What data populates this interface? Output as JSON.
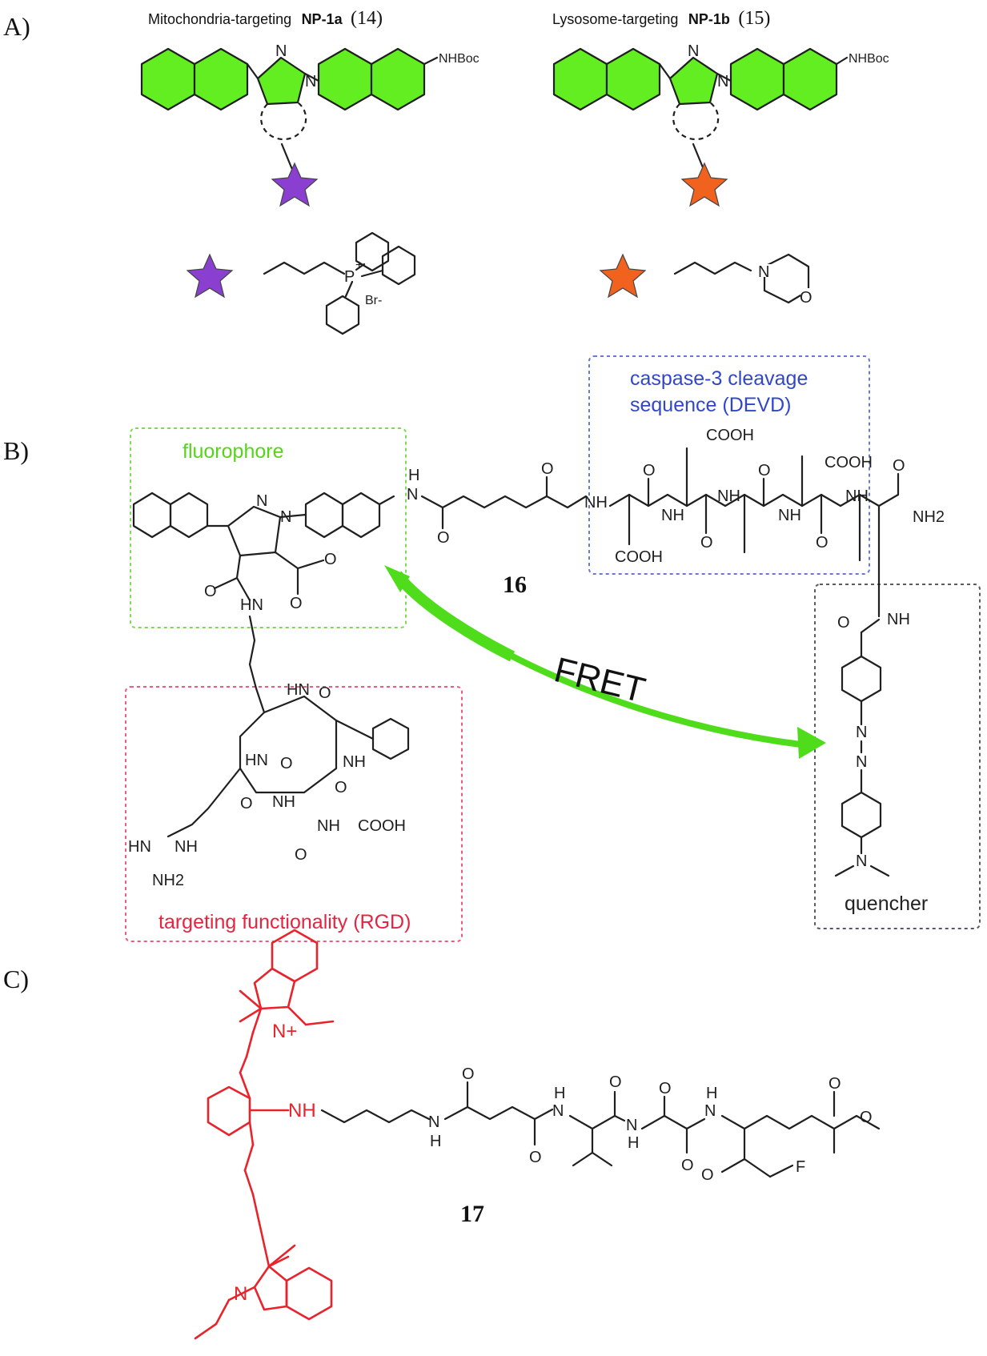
{
  "panels": {
    "a": "A)",
    "b": "B)",
    "c": "C)"
  },
  "panel_a": {
    "left_title_prefix": "Mitochondria-targeting",
    "left_title_name": "NP-1a",
    "left_title_number": "(14)",
    "right_title_prefix": "Lysosome-targeting",
    "right_title_name": "NP-1b",
    "right_title_number": "(15)",
    "substituent": "NHBoc",
    "counter_ion": "Br-",
    "phosphonium_atom": "P",
    "morpholine_n": "N",
    "morpholine_o": "O"
  },
  "panel_b": {
    "fluorophore_label": "fluorophore",
    "cleavage_label_line1": "caspase-3 cleavage",
    "cleavage_label_line2": "sequence (DEVD)",
    "targeting_label": "targeting functionality (RGD)",
    "quencher_label": "quencher",
    "fret_label": "FRET",
    "compound_number": "16"
  },
  "panel_c": {
    "compound_number": "17"
  },
  "atoms": {
    "N": "N",
    "O": "O",
    "H": "H",
    "NH": "NH",
    "HN": "HN",
    "NH2": "NH2",
    "COOH": "COOH",
    "F": "F",
    "N_plus": "N+"
  },
  "colors": {
    "fluorophore_green": "#63ee21",
    "box_green": "#7ed957",
    "box_blue": "#6b78d8",
    "box_red": "#ee5a7c",
    "box_grey": "#555a66",
    "cleavage_text": "#3247c8",
    "targeting_text": "#e8233f",
    "fluorophore_text": "#58d31c",
    "mito_star": "#8a3fd1",
    "lyso_star": "#f0621e",
    "cyanine_red": "#e8232b"
  }
}
